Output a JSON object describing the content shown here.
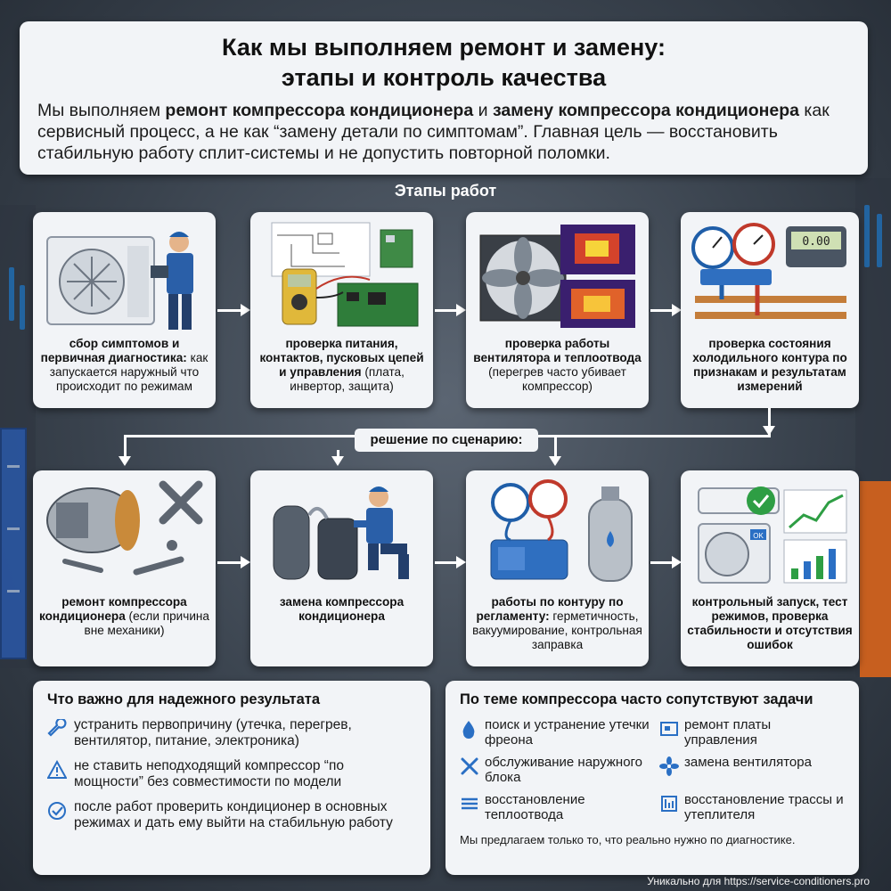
{
  "header": {
    "title_line1": "Как мы выполняем ремонт и замену:",
    "title_line2": "этапы и контроль качества",
    "intro_pre": "Мы выполняем ",
    "intro_bold1": "ремонт компрессора кондиционера",
    "intro_mid": " и ",
    "intro_bold2": "замену компрессора кондиционера",
    "intro_post": " как сервисный процесс, а не как “замену детали по симптомам”. Главная цель — восстановить стабильную работу сплит-системы и не допустить повторной поломки."
  },
  "stages_label": "Этапы работ",
  "steps_row1": [
    {
      "bold": "сбор симптомов и первичная диагностика:",
      "rest": " как запускается наружный что происходит по режимам"
    },
    {
      "bold": "проверка питания, контактов, пусковых цепей и управления",
      "rest": " (плата, инвертор, защита)"
    },
    {
      "bold": "проверка работы вентилятора и теплоотвода",
      "rest": " (перегрев часто убивает компрессор)"
    },
    {
      "bold": "проверка состояния холодильного контура по признакам и результатам измерений",
      "rest": ""
    }
  ],
  "decision_label": "решение по сценарию:",
  "steps_row2": [
    {
      "bold": "ремонт компрессора кондиционера",
      "rest": " (если причина вне механики)"
    },
    {
      "bold": "замена компрессора кондиционера",
      "rest": ""
    },
    {
      "bold": "работы по контуру по регламенту:",
      "rest": " герметичность, вакуумирование, контрольная заправка"
    },
    {
      "bold": "контрольный запуск, тест режимов, проверка стабильности и отсутствия ошибок",
      "rest": ""
    }
  ],
  "gauge_display": "0.00",
  "important": {
    "title": "Что важно для надежного результата",
    "items": [
      {
        "icon": "wrench-icon",
        "text": "устранить первопричину (утечка, перегрев, вентилятор, питание, электроника)"
      },
      {
        "icon": "warning-icon",
        "text": "не ставить неподходящий компрессор “по мощности” без совместимости по модели"
      },
      {
        "icon": "check-circle-icon",
        "text": "после работ проверить кондиционер в основных режимах и дать ему выйти на стабильную работу"
      }
    ]
  },
  "related": {
    "title": "По теме компрессора часто сопутствуют задачи",
    "items": [
      {
        "icon": "drop-icon",
        "text": "поиск и устранение утечки фреона"
      },
      {
        "icon": "board-icon",
        "text": "ремонт платы управления"
      },
      {
        "icon": "tools-icon",
        "text": "обслуживание наружного блока"
      },
      {
        "icon": "fan-icon",
        "text": "замена вентилятора"
      },
      {
        "icon": "heat-icon",
        "text": "восстановление теплоотвода"
      },
      {
        "icon": "pipe-icon",
        "text": "восстановление трассы и утеплителя"
      }
    ],
    "note": "Мы предлагаем только то, что реально нужно по диагностике."
  },
  "footer": "Уникально для https://service-conditioners.pro",
  "colors": {
    "accent": "#2a6fc4",
    "card": "#f2f4f7",
    "arrow": "#ffffff"
  }
}
